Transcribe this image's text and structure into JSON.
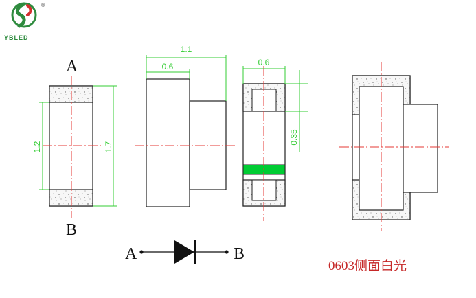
{
  "logo": {
    "brand_text": "YBLED",
    "registered_mark": "®",
    "colors": {
      "green": "#2e8b3e",
      "red": "#d32f2f"
    }
  },
  "labels": {
    "pin_a": "A",
    "pin_b": "B"
  },
  "dimensions": {
    "height_inner": "1.2",
    "height_total": "1.7",
    "width_total": "1.1",
    "width_body": "0.6",
    "end_width": "0.6",
    "pad_offset": "0.35"
  },
  "symbol": {
    "anode": "A",
    "cathode": "B"
  },
  "caption": "0603侧面白光",
  "colors": {
    "outline": "#222222",
    "centerline": "#e53935",
    "dimension": "#33cc33",
    "polarity_band": "#00cc33",
    "caption": "#c62828"
  }
}
